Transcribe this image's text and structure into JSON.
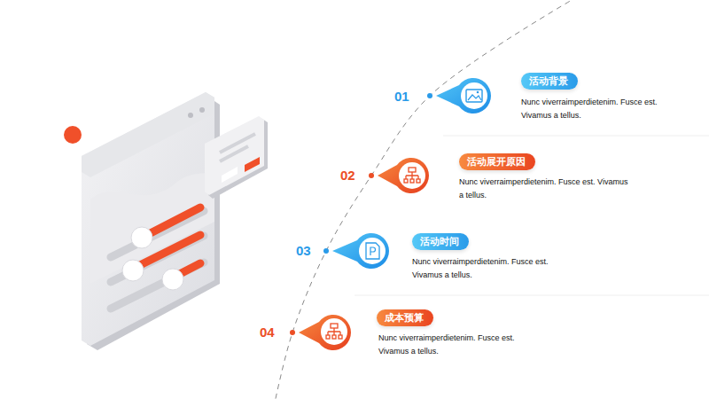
{
  "diagram": {
    "nodes": [
      {
        "text": [
          "活动背景"
        ]
      },
      {
        "text": [
          "活动展开原因"
        ]
      },
      {
        "text": [
          "活动时间"
        ]
      },
      {
        "text": [
          "成本预算"
        ]
      }
    ],
    "labels": [
      "01",
      "Nunc viverraimperdietenim. Fusce est. Vivamus a tellus.",
      "02",
      "Nunc viverraimperdietenim. Fusce est. Vivamus a tellus.",
      "03",
      "Nunc viverraimperdietenim. Fusce est. Vivamus a tellus.",
      "04",
      "Nunc viverraimperdietenim. Fusce est. Vivamus a tellus."
    ]
  }
}
